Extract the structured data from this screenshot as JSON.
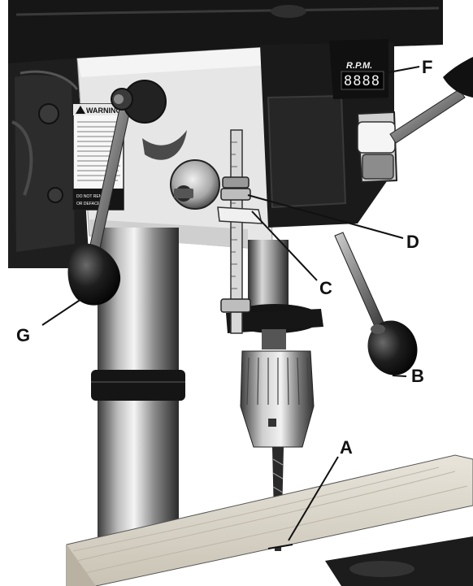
{
  "display": {
    "rpm_label": "R.P.M.",
    "digits": "8888"
  },
  "sticker": {
    "heading": "WARNING",
    "footer_line1": "DO NOT REMOVE",
    "footer_line2": "OR DEFACE THIS"
  },
  "callouts": {
    "a": "A",
    "b": "B",
    "c": "C",
    "d": "D",
    "f": "F",
    "g": "G"
  },
  "colors": {
    "ink": "#111111",
    "dark_metal": "#1c1c1c",
    "light_casting": "#e6e6e6",
    "wood": "#d9d4c9"
  },
  "icons": {
    "warning": "warning-triangle-icon",
    "switch": "power-switch-icon"
  }
}
